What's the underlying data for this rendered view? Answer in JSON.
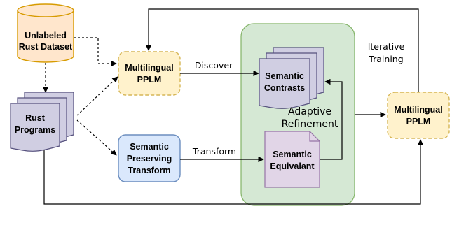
{
  "diagram": {
    "dataset": {
      "line1": "Unlabeled",
      "line2": "Rust Dataset",
      "fill": "#ffe6cc",
      "stroke": "#d79b00"
    },
    "pplm_left": {
      "line1": "Multilingual",
      "line2": "PPLM",
      "fill": "#fff2cc",
      "stroke": "#d6b656"
    },
    "pplm_right": {
      "line1": "Multilingual",
      "line2": "PPLM"
    },
    "rust_programs": {
      "line1": "Rust",
      "line2": "Programs",
      "fill": "#d0cee2",
      "stroke": "#56517e"
    },
    "transform_box": {
      "line1": "Semantic",
      "line2": "Preserving",
      "line3": "Transform",
      "fill": "#dae8fc",
      "stroke": "#6c8ebf"
    },
    "contrasts": {
      "line1": "Semantic",
      "line2": "Contrasts"
    },
    "equivalent": {
      "line1": "Semantic",
      "line2": "Equivalant",
      "fill": "#e1d5e7",
      "stroke": "#9673a6"
    },
    "refinement": {
      "line1": "Adaptive",
      "line2": "Refinement",
      "fill": "#d5e8d4",
      "stroke": "#82b366"
    },
    "edges": {
      "discover": "Discover",
      "transform": "Transform",
      "iterative_line1": "Iterative",
      "iterative_line2": "Training"
    }
  }
}
